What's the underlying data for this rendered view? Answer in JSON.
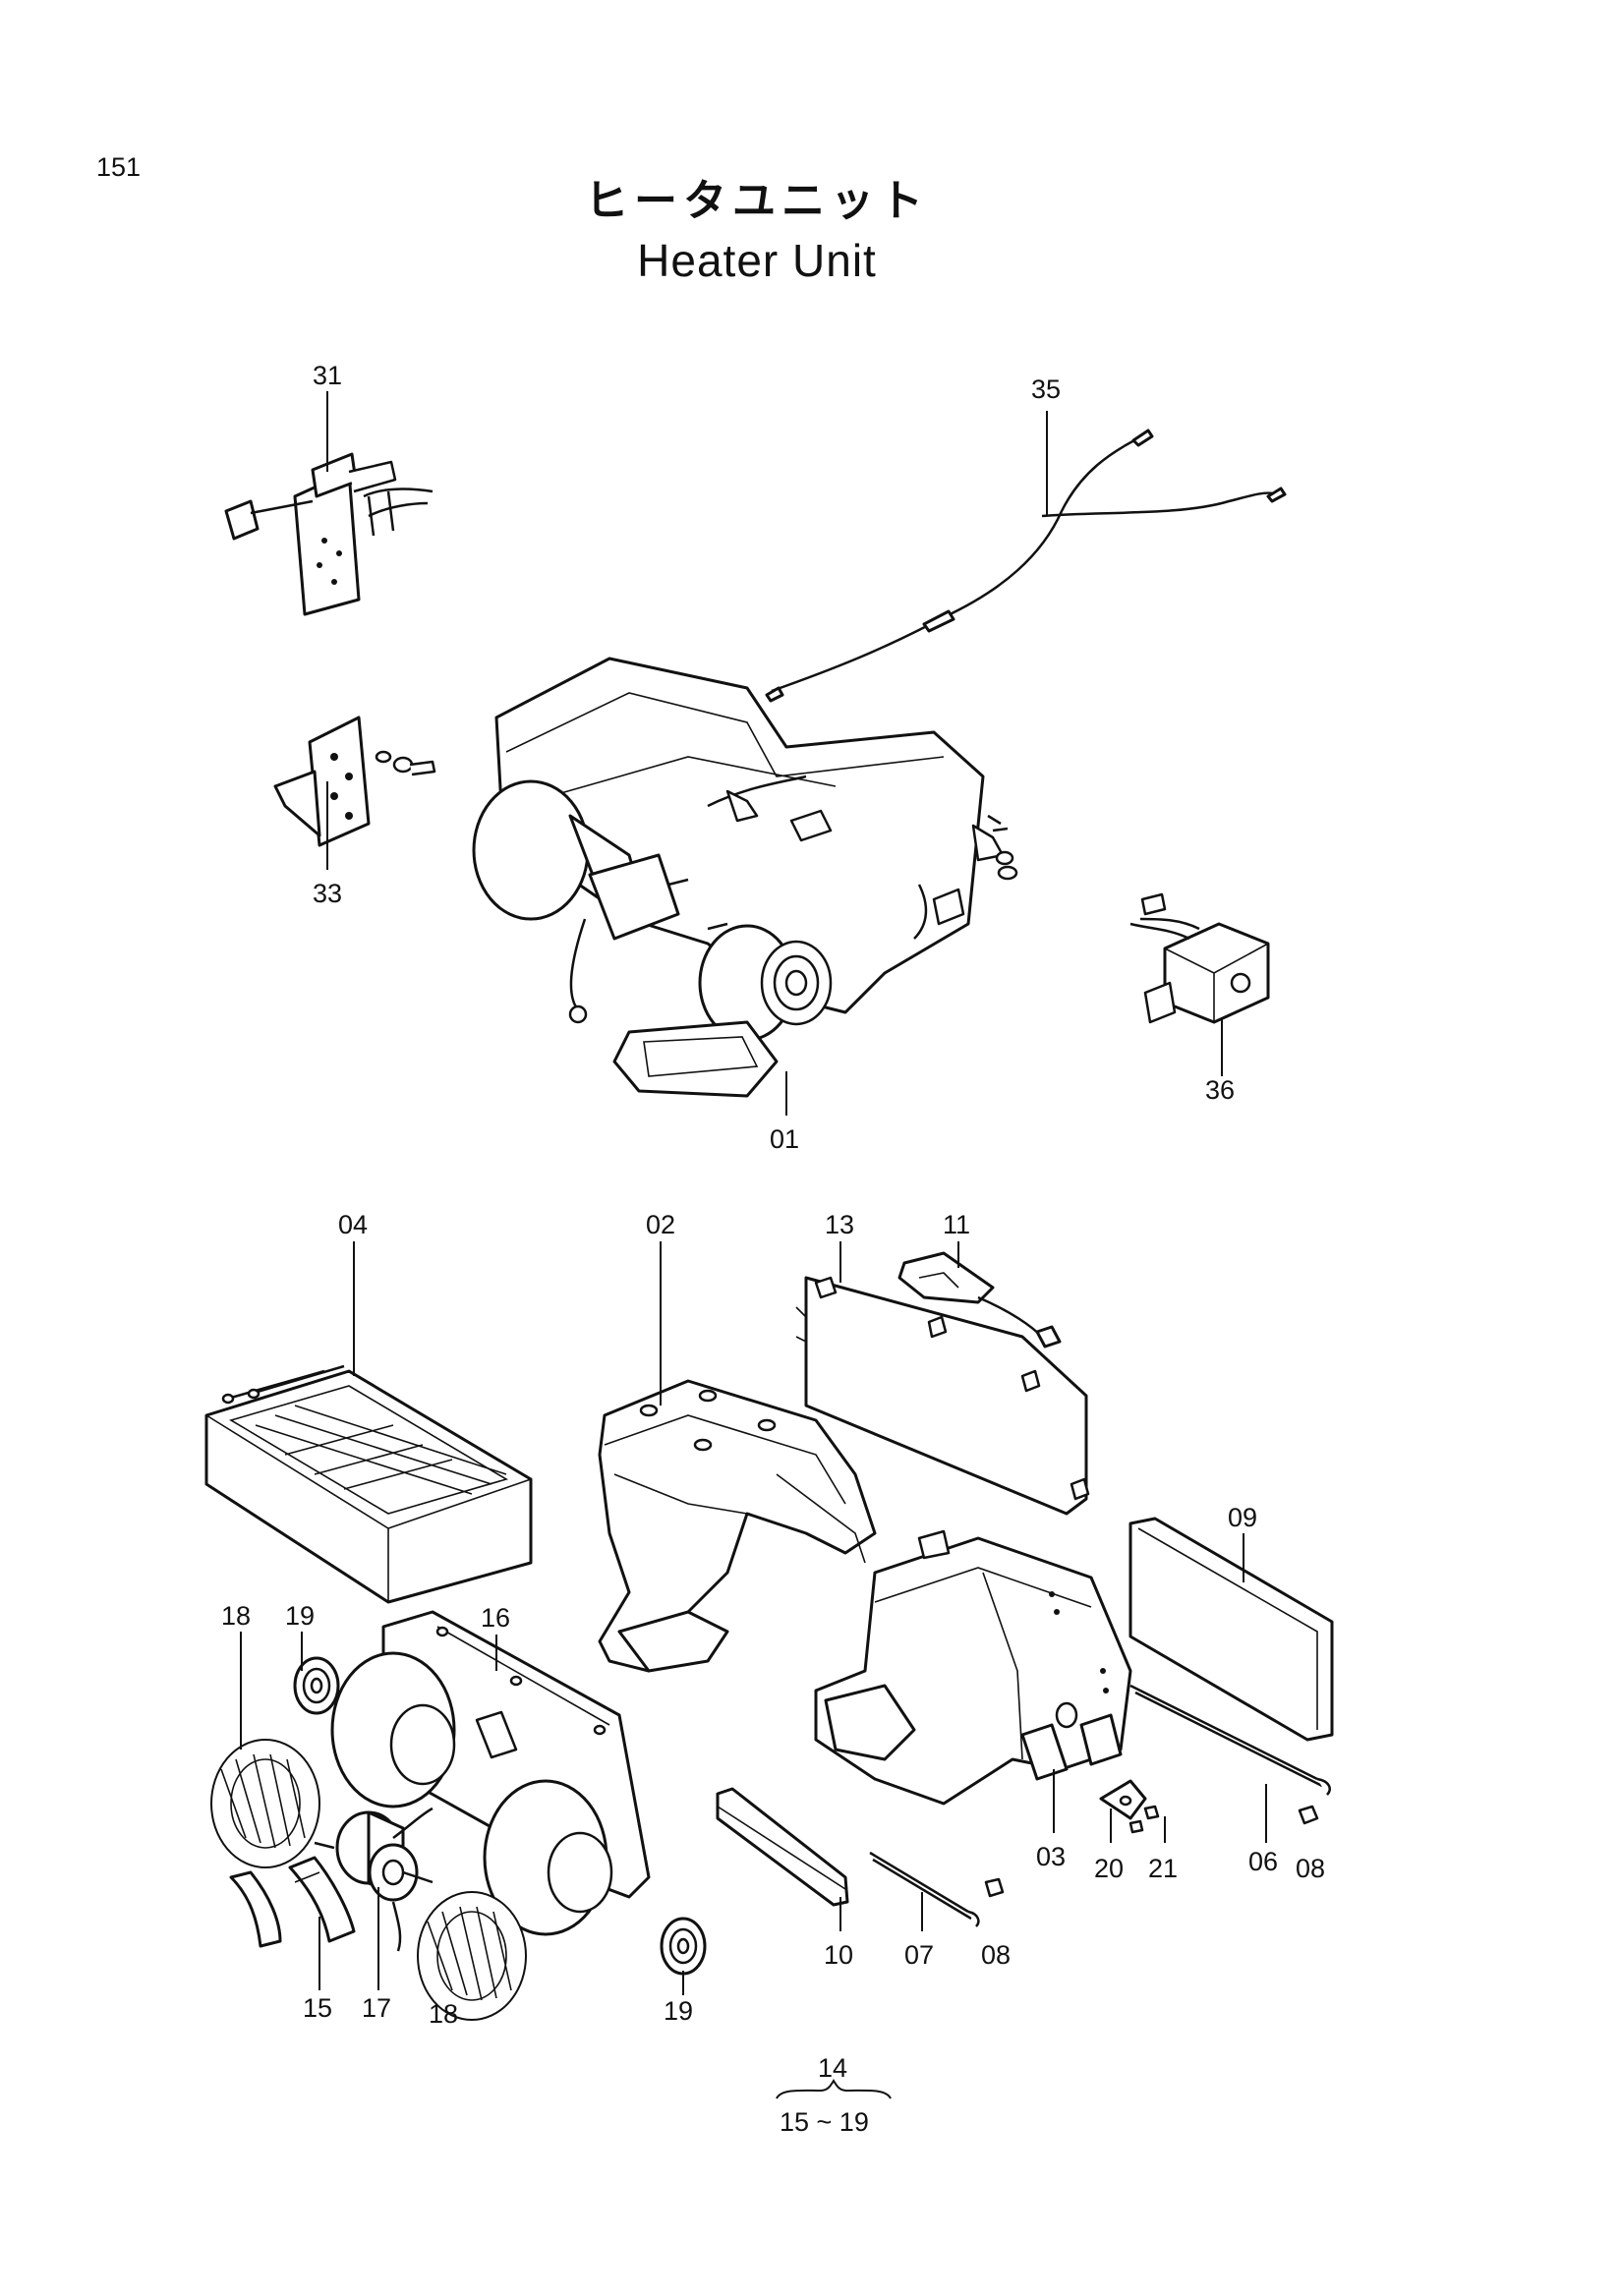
{
  "page_number": "151",
  "title_jp": "ヒータユニット",
  "title_en": "Heater Unit",
  "callouts": [
    "31",
    "35",
    "33",
    "36",
    "01",
    "04",
    "02",
    "13",
    "11",
    "09",
    "18",
    "19",
    "16",
    "03",
    "20",
    "21",
    "06",
    "08",
    "10",
    "07",
    "08",
    "15",
    "17",
    "18",
    "19"
  ],
  "group_note": {
    "top": "14",
    "bottom": "15 ~ 19"
  }
}
